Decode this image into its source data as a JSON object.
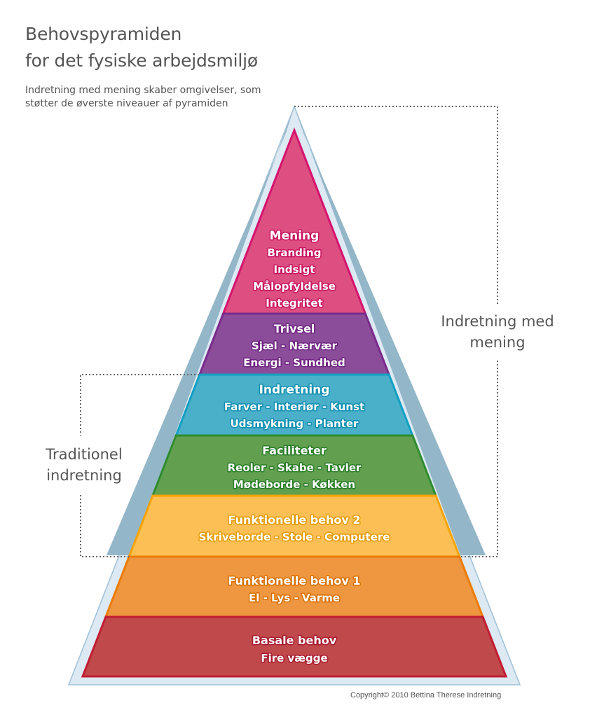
{
  "header": {
    "title_line1": "Behovspyramiden",
    "title_line2": "for det fysiske arbejdsmiljø",
    "subtitle_line1": "Indretning med mening skaber omgivelser, som",
    "subtitle_line2": "støtter de øverste niveauer af pyramiden"
  },
  "brackets": {
    "right_label_line1": "Indretning med",
    "right_label_line2": "mening",
    "left_label_line1": "Traditionel",
    "left_label_line2": "indretning"
  },
  "pyramid": {
    "levels": [
      {
        "id": "mening",
        "title": "Mening",
        "lines": [
          "Branding",
          "Indsigt",
          "Målopfyldelse",
          "Integritet"
        ],
        "fill": "#dd4f80",
        "border": "#d6136e",
        "outline": "#c8135f"
      },
      {
        "id": "trivsel",
        "title": "Trivsel",
        "lines": [
          "Sjæl - Nærvær",
          "Energi - Sundhed"
        ],
        "fill": "#8b4d9a",
        "border": "#7a2b8c",
        "outline": "#6e2480"
      },
      {
        "id": "indretning",
        "title": "Indretning",
        "lines": [
          "Farver - Interiør - Kunst",
          "Udsmykning - Planter"
        ],
        "fill": "#4aafc9",
        "border": "#119fc2",
        "outline": "#0e8fb0"
      },
      {
        "id": "faciliteter",
        "title": "Faciliteter",
        "lines": [
          "Reoler - Skabe - Tavler",
          "Mødeborde - Køkken"
        ],
        "fill": "#62a050",
        "border": "#2f8c2e",
        "outline": "#2a7d28"
      },
      {
        "id": "funktionelle2",
        "title": "Funktionelle behov 2",
        "lines": [
          "Skriveborde - Stole - Computere"
        ],
        "fill": "#fbbf55",
        "border": "#f5a300",
        "outline": "#e39a00"
      },
      {
        "id": "funktionelle1",
        "title": "Funktionelle behov 1",
        "lines": [
          "El - Lys - Varme"
        ],
        "fill": "#ee9640",
        "border": "#ec7c00",
        "outline": "#d96f00"
      },
      {
        "id": "basale",
        "title": "Basale behov",
        "lines": [
          "Fire vægge"
        ],
        "fill": "#c0494b",
        "border": "#c21d34",
        "outline": "#a8192d"
      }
    ],
    "frame_light": "#dde9f3",
    "frame_dark": "#93b6c8"
  },
  "footer": {
    "copyright": "Copyright© 2010 Bettina Therese Indretning"
  }
}
